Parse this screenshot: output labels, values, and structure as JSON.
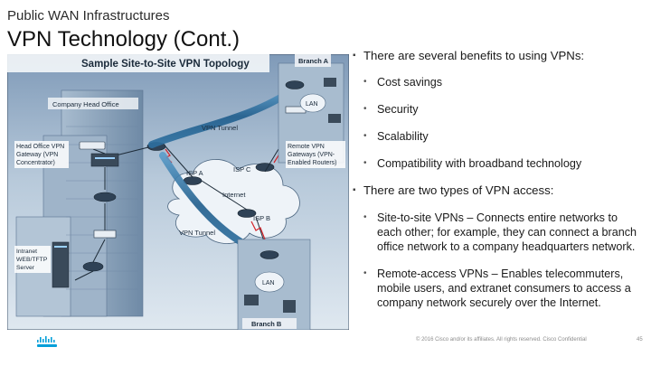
{
  "header": {
    "supertitle": "Public WAN Infrastructures",
    "title": "VPN Technology (Cont.)"
  },
  "diagram": {
    "title": "Sample Site-to-Site VPN Topology",
    "labels": {
      "branch_a": "Branch A",
      "lan_a": "LAN",
      "head_office": "Company Head Office",
      "vpn_tunnel_top": "VPN Tunnel",
      "head_gateway": [
        "Head Office VPN",
        "Gateway (VPN",
        "Concentrator)"
      ],
      "remote_gateway": [
        "Remote VPN",
        "Gateways (VPN-",
        "Enabled Routers)"
      ],
      "isp_c": "ISP C",
      "isp_a": "ISP A",
      "internet": "Internet",
      "isp_b": "ISP B",
      "vpn_tunnel_bottom": "VPN Tunnel",
      "server": [
        "Intranet",
        "WEB/TFTP",
        "Server"
      ],
      "lan_b": "LAN",
      "branch_b": "Branch B"
    }
  },
  "content": {
    "benefits_intro": "There are several benefits to using VPNs:",
    "benefits": [
      "Cost savings",
      "Security",
      "Scalability",
      "Compatibility with broadband technology"
    ],
    "types_intro": "There are two types of VPN access:",
    "types": [
      "Site-to-site VPNs – Connects entire networks to each other; for example, they can connect a branch office network to a company headquarters network.",
      "Remote-access VPNs – Enables telecommuters, mobile users, and extranet consumers to access a company network securely over the Internet."
    ]
  },
  "footer": {
    "copyright": "© 2016 Cisco and/or its affiliates. All rights reserved. Cisco Confidential",
    "page": "45"
  },
  "colors": {
    "tunnel": "#2d6f9f",
    "building": "#8ba4bd",
    "cloud": "#eef3f8",
    "logo": "#049fd9"
  }
}
